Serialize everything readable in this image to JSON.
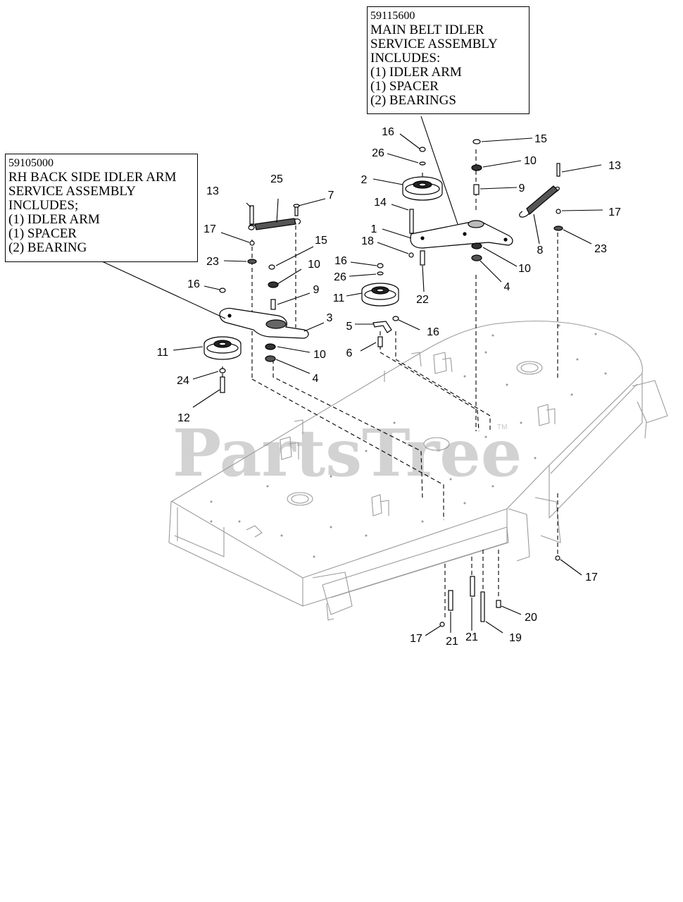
{
  "callouts": {
    "main_belt": {
      "part_number": "59115600",
      "lines": [
        "MAIN BELT IDLER",
        "SERVICE ASSEMBLY",
        "INCLUDES:",
        "(1) IDLER ARM",
        "(1) SPACER",
        "(2) BEARINGS"
      ]
    },
    "rh_back": {
      "part_number": "59105000",
      "lines": [
        "RH BACK SIDE IDLER ARM",
        "SERVICE ASSEMBLY",
        "INCLUDES;",
        "(1) IDLER ARM",
        "(1) SPACER",
        "(2) BEARING"
      ]
    }
  },
  "part_labels": {
    "p1": "1",
    "p2": "2",
    "p3": "3",
    "p4a": "4",
    "p4b": "4",
    "p5": "5",
    "p6": "6",
    "p7": "7",
    "p8": "8",
    "p9a": "9",
    "p9b": "9",
    "p10a": "10",
    "p10b": "10",
    "p10c": "10",
    "p10d": "10",
    "p11a": "11",
    "p11b": "11",
    "p12": "12",
    "p13a": "13",
    "p13b": "13",
    "p14": "14",
    "p15a": "15",
    "p15b": "15",
    "p16a": "16",
    "p16b": "16",
    "p16c": "16",
    "p16d": "16",
    "p17a": "17",
    "p17b": "17",
    "p17c": "17",
    "p17d": "17",
    "p18": "18",
    "p19": "19",
    "p20": "20",
    "p21a": "21",
    "p21b": "21",
    "p22": "22",
    "p23a": "23",
    "p23b": "23",
    "p24": "24",
    "p25": "25",
    "p26a": "26",
    "p26b": "26"
  },
  "watermark": {
    "text": "PartsTree",
    "tm": "TM"
  }
}
